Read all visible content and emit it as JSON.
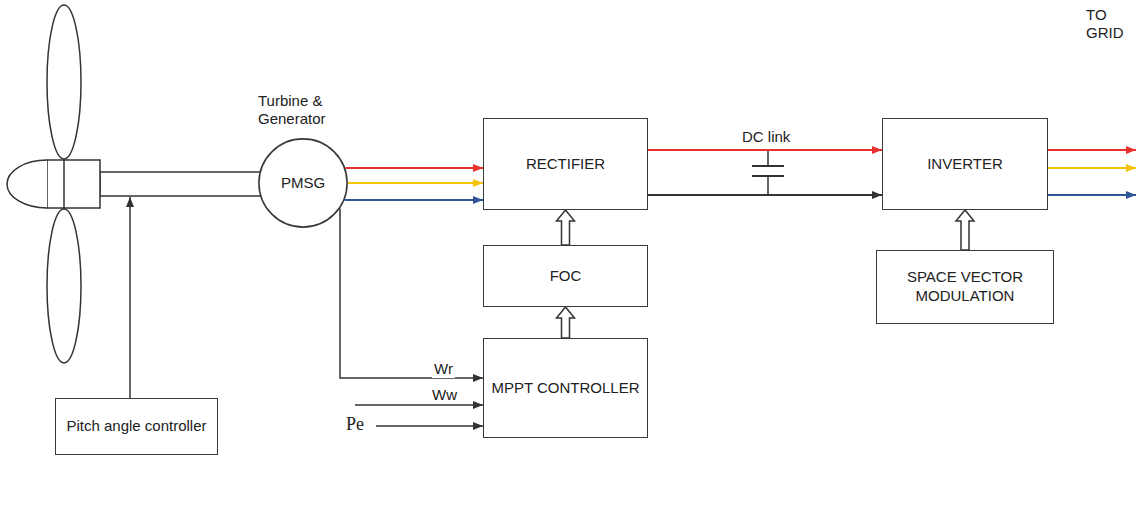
{
  "diagram": {
    "nodes": [
      {
        "text": [
          "PMSG"
        ]
      },
      {
        "text": [
          "RECTIFIER"
        ]
      },
      {
        "text": [
          "INVERTER"
        ]
      },
      {
        "text": [
          "FOC"
        ]
      },
      {
        "text": [
          "SPACE VECTOR MODULATION"
        ]
      },
      {
        "text": [
          "Pitch angle controller"
        ]
      },
      {
        "text": [
          "MPPT CONTROLLER"
        ]
      }
    ],
    "edges": [
      {
        "from": 0,
        "to": 1,
        "arrow": "to"
      },
      {
        "from": 0,
        "to": 1,
        "arrow": "to"
      },
      {
        "from": 0,
        "to": 1,
        "arrow": "to"
      },
      {
        "from": 1,
        "to": 2,
        "arrow": "to"
      },
      {
        "from": 1,
        "to": 2,
        "arrow": "to"
      },
      {
        "from": 3,
        "to": 1,
        "arrow": "to"
      },
      {
        "from": 6,
        "to": 3,
        "arrow": "to"
      },
      {
        "from": 4,
        "to": 2,
        "arrow": "to"
      },
      {
        "from": 0,
        "to": 6,
        "label": "Wr",
        "arrow": "to"
      }
    ],
    "labels": [
      "Turbine & Generator",
      "DC link",
      "TO GRID",
      "Ww",
      "Pe"
    ]
  }
}
